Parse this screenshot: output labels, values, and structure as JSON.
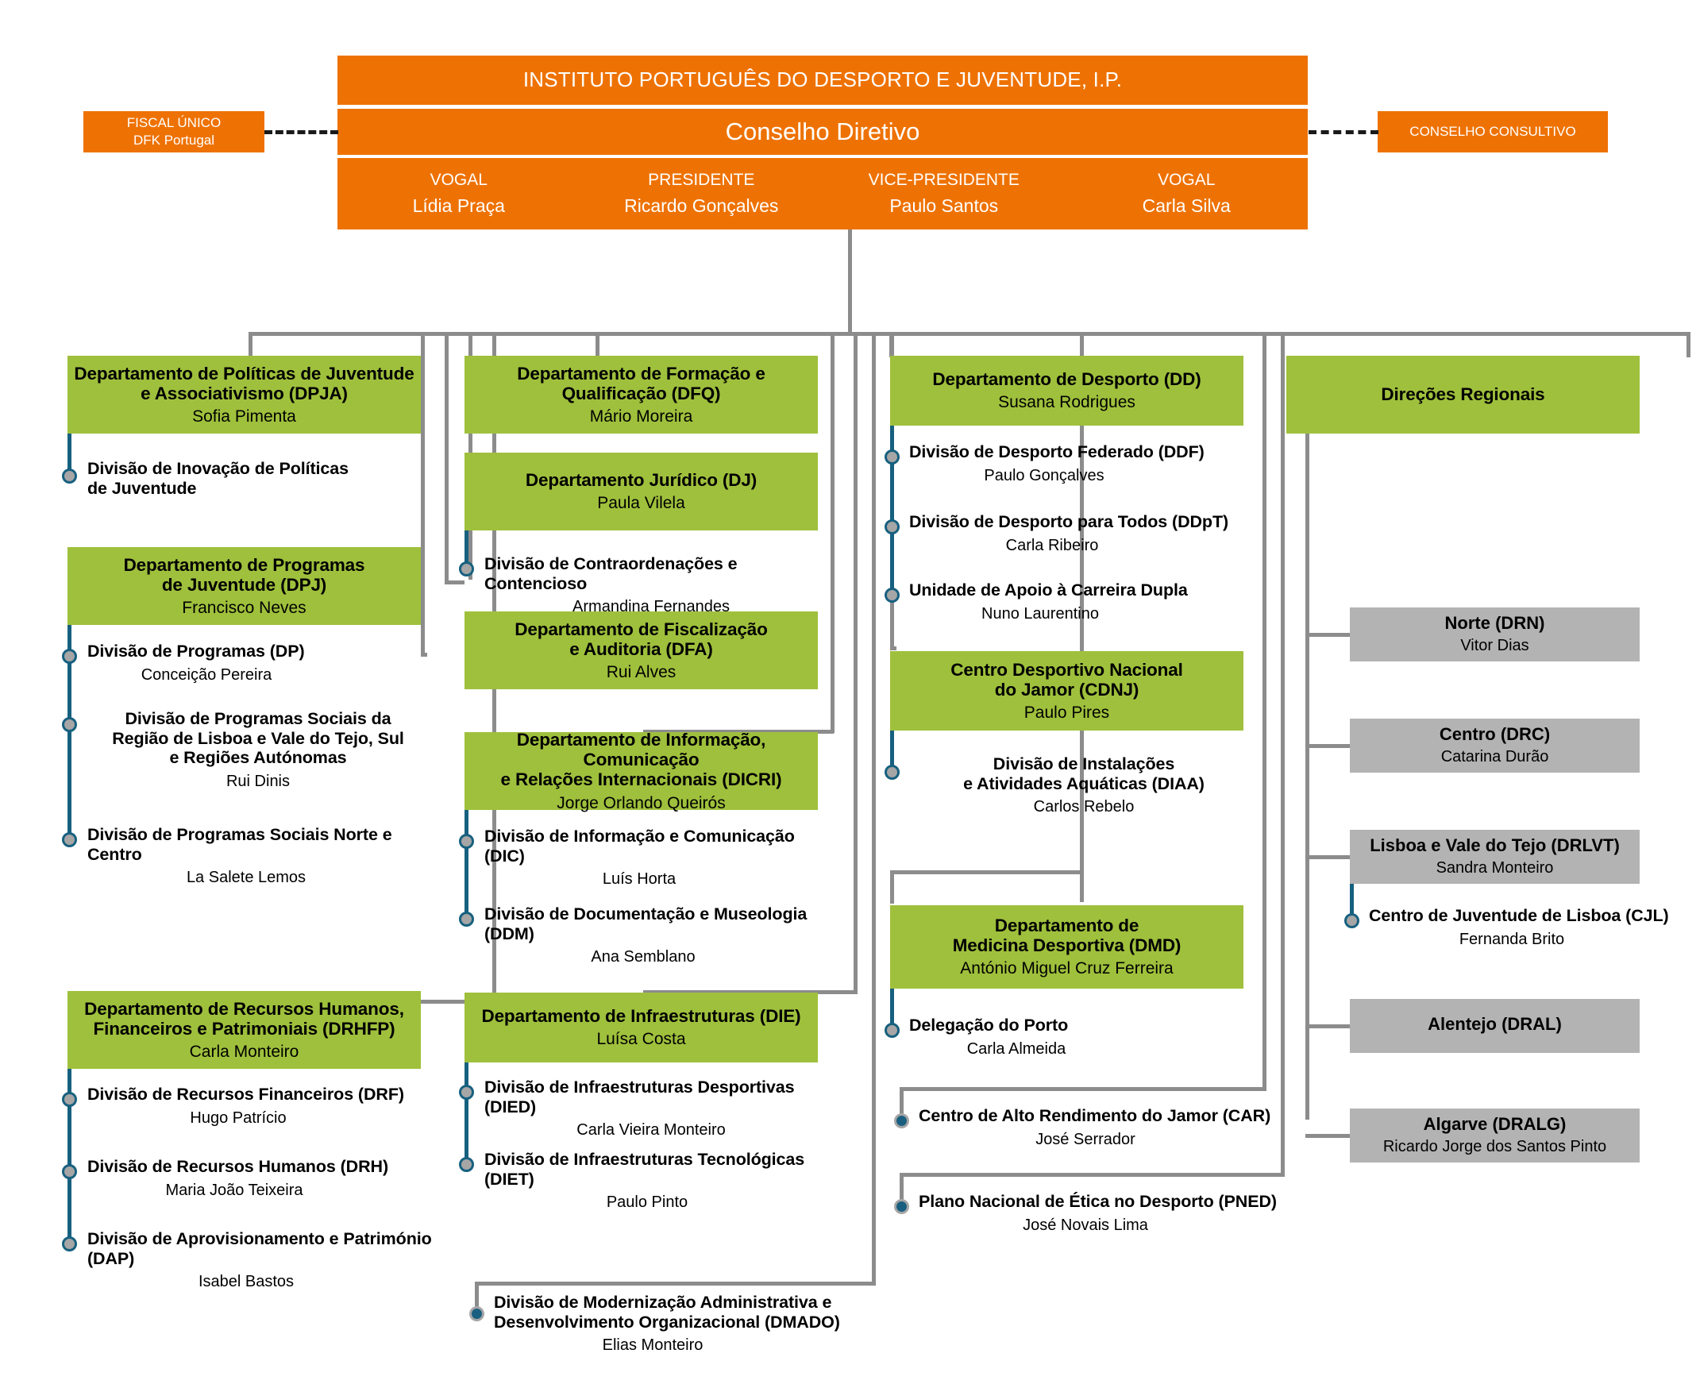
{
  "header": {
    "institute": "INSTITUTO PORTUGUÊS DO DESPORTO E JUVENTUDE, I.P.",
    "council": "Conselho Diretivo",
    "members": [
      {
        "role": "VOGAL",
        "name": "Lídia Praça"
      },
      {
        "role": "PRESIDENTE",
        "name": "Ricardo Gonçalves"
      },
      {
        "role": "VICE-PRESIDENTE",
        "name": "Paulo Santos"
      },
      {
        "role": "VOGAL",
        "name": "Carla Silva"
      }
    ]
  },
  "side": {
    "fiscal_line1": "FISCAL ÚNICO",
    "fiscal_line2": "DFK Portugal",
    "consultivo": "CONSELHO CONSULTIVO"
  },
  "col1": {
    "dpja": {
      "title_l1": "Departamento de Políticas de Juventude",
      "title_l2": "e Associativismo (DPJA)",
      "name": "Sofia Pimenta"
    },
    "div_inovacao": {
      "title_l1": "Divisão de Inovação de Políticas",
      "title_l2": "de Juventude",
      "name": ""
    },
    "dpj": {
      "title_l1": "Departamento de Programas",
      "title_l2": "de Juventude (DPJ)",
      "name": "Francisco Neves"
    },
    "div_dp": {
      "title": "Divisão de Programas (DP)",
      "name": "Conceição Pereira"
    },
    "div_dpslvt": {
      "title_l1": "Divisão de Programas Sociais da",
      "title_l2": "Região de Lisboa e Vale do Tejo, Sul",
      "title_l3": "e Regiões Autónomas",
      "name": "Rui Dinis"
    },
    "div_dpsnc": {
      "title": "Divisão de Programas Sociais Norte e Centro",
      "name": "La Salete Lemos"
    },
    "drhfp": {
      "title_l1": "Departamento de Recursos Humanos,",
      "title_l2": "Financeiros e Patrimoniais (DRHFP)",
      "name": "Carla Monteiro"
    },
    "div_drf": {
      "title": "Divisão de Recursos Financeiros (DRF)",
      "name": "Hugo Patrício"
    },
    "div_drh": {
      "title": "Divisão de Recursos Humanos (DRH)",
      "name": "Maria João Teixeira"
    },
    "div_dap": {
      "title": "Divisão de Aprovisionamento e Património (DAP)",
      "name": "Isabel Bastos"
    }
  },
  "col2": {
    "dfq": {
      "title_l1": "Departamento de Formação e",
      "title_l2": "Qualificação (DFQ)",
      "name": "Mário Moreira"
    },
    "dj": {
      "title": "Departamento Jurídico (DJ)",
      "name": "Paula Vilela"
    },
    "div_dcc": {
      "title": "Divisão de Contraordenações e Contencioso",
      "name": "Armandina Fernandes"
    },
    "dfa": {
      "title_l1": "Departamento de Fiscalização",
      "title_l2": "e Auditoria (DFA)",
      "name": "Rui Alves"
    },
    "dicri": {
      "title_l1": "Departamento de Informação, Comunicação",
      "title_l2": "e Relações Internacionais (DICRI)",
      "name": "Jorge Orlando Queirós"
    },
    "div_dic": {
      "title": "Divisão de Informação e Comunicação (DIC)",
      "name": "Luís Horta"
    },
    "div_ddm": {
      "title": "Divisão de Documentação e Museologia (DDM)",
      "name": "Ana Semblano"
    },
    "die": {
      "title": "Departamento de Infraestruturas (DIE)",
      "name": "Luísa Costa"
    },
    "div_died": {
      "title": "Divisão de Infraestruturas Desportivas (DIED)",
      "name": "Carla Vieira Monteiro"
    },
    "div_diet": {
      "title": "Divisão de Infraestruturas Tecnológicas (DIET)",
      "name": "Paulo Pinto"
    },
    "div_dmado": {
      "title_l1": "Divisão de Modernização Administrativa e",
      "title_l2": "Desenvolvimento Organizacional (DMADO)",
      "name": "Elias Monteiro"
    }
  },
  "col3": {
    "dd": {
      "title": "Departamento de Desporto (DD)",
      "name": "Susana Rodrigues"
    },
    "div_ddf": {
      "title": "Divisão de Desporto Federado (DDF)",
      "name": "Paulo Gonçalves"
    },
    "div_ddpt": {
      "title": "Divisão de Desporto para Todos (DDpT)",
      "name": "Carla Ribeiro"
    },
    "div_uacd": {
      "title": "Unidade de Apoio à Carreira Dupla",
      "name": "Nuno Laurentino"
    },
    "cdnj": {
      "title_l1": "Centro Desportivo Nacional",
      "title_l2": "do Jamor (CDNJ)",
      "name": "Paulo Pires"
    },
    "div_diaa": {
      "title_l1": "Divisão de Instalações",
      "title_l2": "e Atividades Aquáticas (DIAA)",
      "name": "Carlos Rebelo"
    },
    "dmd": {
      "title_l1": "Departamento de",
      "title_l2": "Medicina Desportiva (DMD)",
      "name": "António Miguel Cruz Ferreira"
    },
    "div_porto": {
      "title": "Delegação do Porto",
      "name": "Carla Almeida"
    },
    "car": {
      "title": "Centro de Alto Rendimento do Jamor (CAR)",
      "name": "José Serrador"
    },
    "pned": {
      "title": "Plano Nacional de Ética no Desporto (PNED)",
      "name": "José Novais Lima"
    }
  },
  "col4": {
    "header": {
      "title": "Direções Regionais"
    },
    "regions": [
      {
        "title": "Norte (DRN)",
        "name": "Vitor Dias"
      },
      {
        "title": "Centro (DRC)",
        "name": "Catarina Durão"
      },
      {
        "title": "Lisboa e Vale do Tejo (DRLVT)",
        "name": "Sandra Monteiro"
      },
      {
        "title": "Alentejo (DRAL)",
        "name": ""
      },
      {
        "title": "Algarve (DRALG)",
        "name": "Ricardo Jorge dos Santos Pinto"
      }
    ],
    "div_cjl": {
      "title": "Centro de Juventude de Lisboa (CJL)",
      "name": "Fernanda Brito"
    }
  },
  "colors": {
    "orange": "#ee7203",
    "green": "#9fc03c",
    "grey": "#b3b3b3",
    "connector": "#8c8c8c",
    "stem": "#17607f",
    "bullet": "#a6a6a6"
  }
}
